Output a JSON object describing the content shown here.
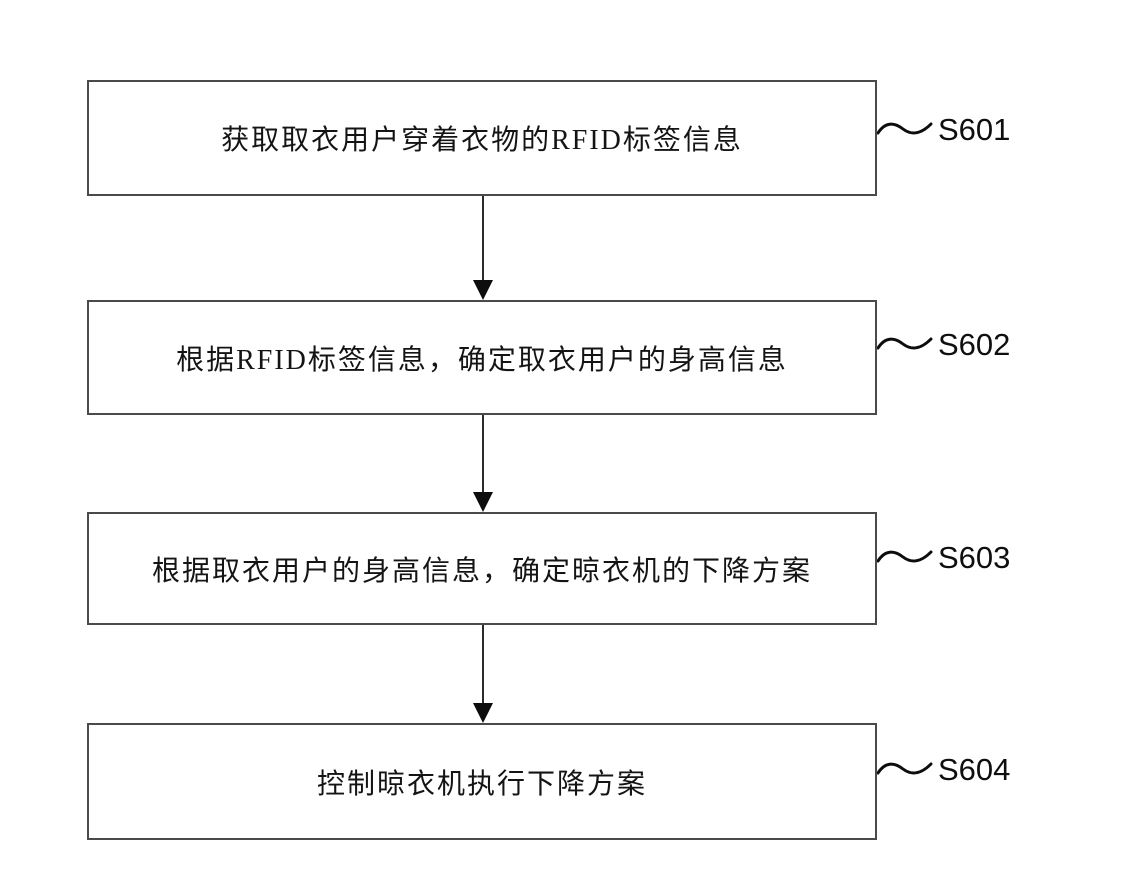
{
  "figure": {
    "type": "flowchart",
    "background_color": "#ffffff",
    "box_border_color": "#4a4a4a",
    "text_color": "#141414",
    "arrow_color": "#0d0d0d",
    "steps": [
      {
        "label": "S601",
        "text": "获取取衣用户穿着衣物的RFID标签信息"
      },
      {
        "label": "S602",
        "text": "根据RFID标签信息，确定取衣用户的身高信息"
      },
      {
        "label": "S603",
        "text": "根据取衣用户的身高信息，确定晾衣机的下降方案"
      },
      {
        "label": "S604",
        "text": "控制晾衣机执行下降方案"
      }
    ],
    "connections": [
      {
        "from": "S601",
        "to": "S602",
        "style": "down-arrow"
      },
      {
        "from": "S602",
        "to": "S603",
        "style": "down-arrow"
      },
      {
        "from": "S603",
        "to": "S604",
        "style": "down-arrow"
      }
    ],
    "icons": {
      "flow_arrow": "down-arrow-icon",
      "label_connector": "tilde-wave-icon"
    }
  }
}
